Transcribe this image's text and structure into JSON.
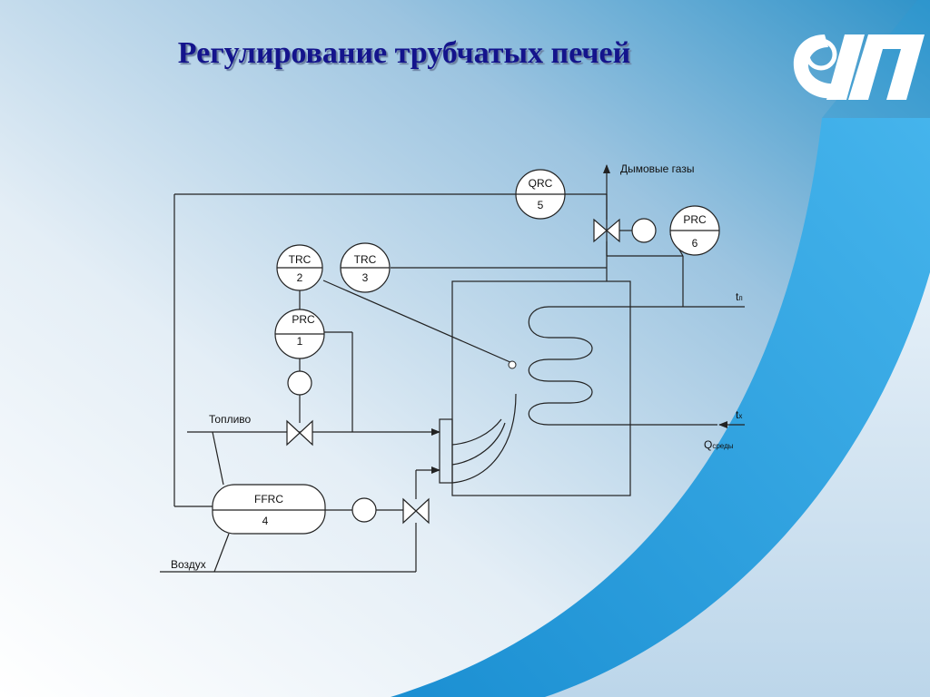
{
  "slide": {
    "title": "Регулирование трубчатых печей"
  },
  "logo": {
    "name": "university-logo"
  },
  "diagram": {
    "instruments": [
      {
        "id": "qrc5",
        "code": "QRC",
        "number": "5"
      },
      {
        "id": "prc6",
        "code": "PRC",
        "number": "6"
      },
      {
        "id": "trc2",
        "code": "TRC",
        "number": "2"
      },
      {
        "id": "trc3",
        "code": "TRC",
        "number": "3"
      },
      {
        "id": "prc1",
        "code": "PRC",
        "number": "1"
      },
      {
        "id": "ffrc4",
        "code": "FFRC",
        "number": "4"
      }
    ],
    "labels": {
      "flue_gas": "Дымовые газы",
      "fuel": "Топливо",
      "air": "Воздух",
      "t_out_main": "t",
      "t_out_sub": "п",
      "t_in_main": "t",
      "t_in_sub": "х",
      "q_main": "Q",
      "q_sub": "среды"
    },
    "colors": {
      "line": "#222222",
      "title": "#14148c",
      "accent_blue": "#1f9ad6"
    }
  }
}
